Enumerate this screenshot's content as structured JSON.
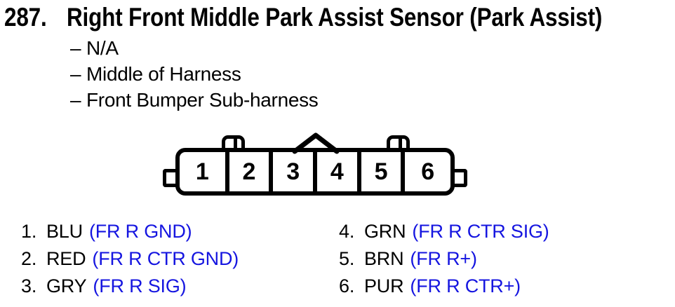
{
  "title": {
    "number": "287.",
    "text": "Right Front Middle Park Assist Sensor (Park Assist)"
  },
  "details": {
    "bullet": "–",
    "items": [
      "N/A",
      "Middle of Harness",
      "Front Bumper Sub-harness"
    ]
  },
  "connector": {
    "pins": [
      "1",
      "2",
      "3",
      "4",
      "5",
      "6"
    ]
  },
  "pinout": {
    "left": [
      {
        "num": "1.",
        "color": "BLU",
        "signal": "(FR R GND)"
      },
      {
        "num": "2.",
        "color": "RED",
        "signal": "(FR R CTR GND)"
      },
      {
        "num": "3.",
        "color": "GRY",
        "signal": "(FR R SIG)"
      }
    ],
    "right": [
      {
        "num": "4.",
        "color": "GRN",
        "signal": "(FR R CTR SIG)"
      },
      {
        "num": "5.",
        "color": "BRN",
        "signal": "(FR R+)"
      },
      {
        "num": "6.",
        "color": "PUR",
        "signal": "(FR R CTR+)"
      }
    ]
  },
  "colors": {
    "signal_blue": "#1515E0",
    "ink": "#000000"
  }
}
